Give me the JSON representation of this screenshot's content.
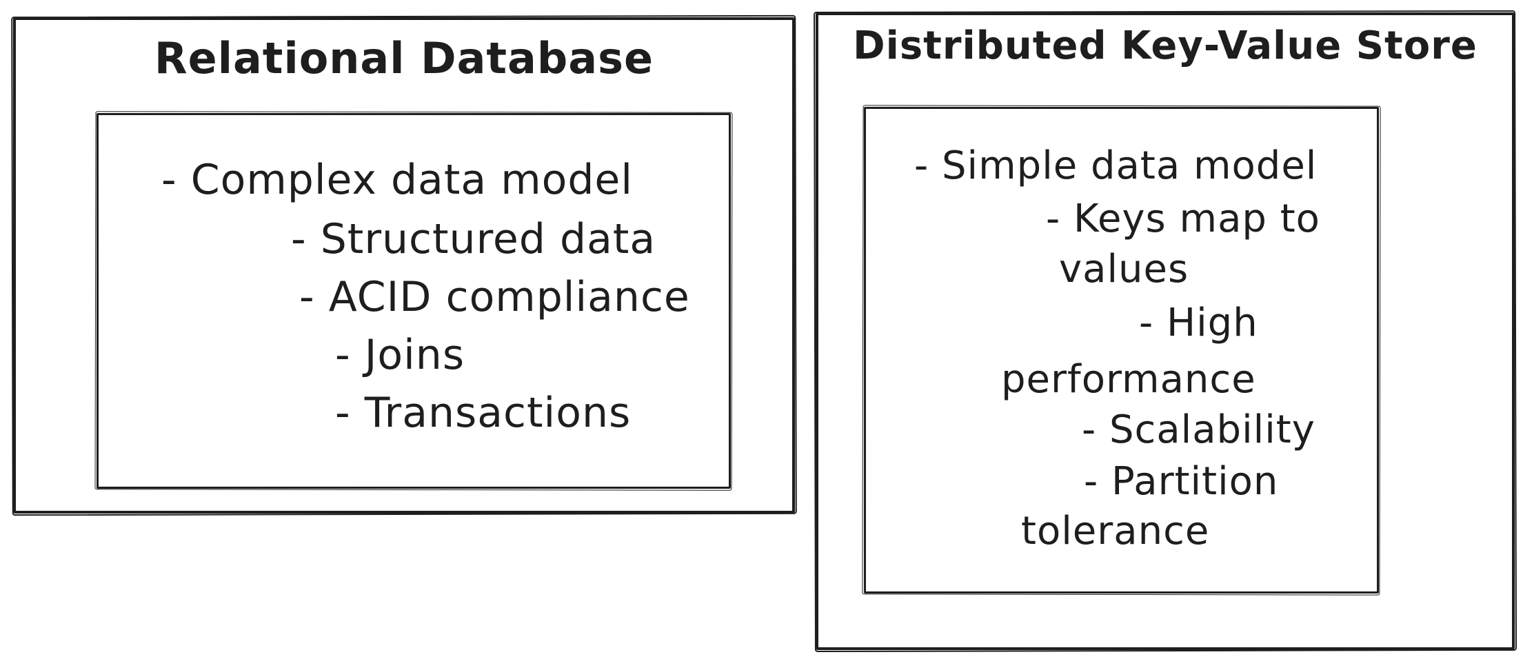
{
  "page": {
    "background_color": "#ffffff",
    "stroke_color": "#1e1e1e"
  },
  "left_card": {
    "title": "Relational Database",
    "lines": [
      "- Complex data model",
      "- Structured data",
      "- ACID compliance",
      "- Joins",
      "- Transactions"
    ]
  },
  "right_card": {
    "title": "Distributed Key-Value Store",
    "lines": [
      "- Simple data model",
      "- Keys map to",
      "values",
      "- High",
      "performance",
      "- Scalability",
      "- Partition",
      "tolerance"
    ]
  }
}
